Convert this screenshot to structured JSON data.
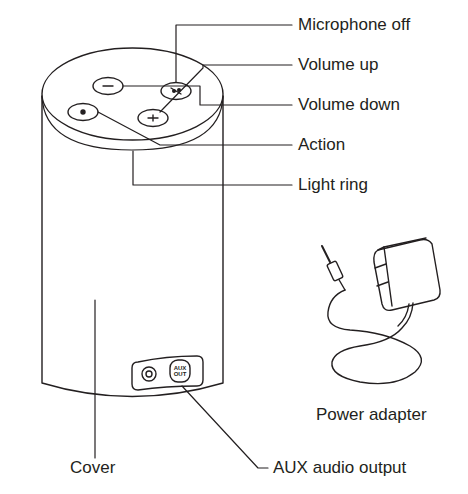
{
  "diagram": {
    "labels": [
      "Microphone off",
      "Volume up",
      "Volume down",
      "Action",
      "Light ring",
      "AUX OUT",
      "Power adapter",
      "Cover",
      "AUX audio output"
    ]
  }
}
